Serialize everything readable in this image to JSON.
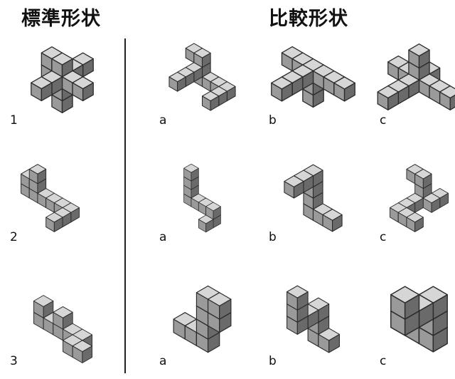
{
  "headers": {
    "standard": "標準形状",
    "comparison": "比較形状"
  },
  "rows": [
    {
      "standard_label": "1",
      "labels": [
        "a",
        "b",
        "c"
      ]
    },
    {
      "standard_label": "2",
      "labels": [
        "a",
        "b",
        "c"
      ]
    },
    {
      "standard_label": "3",
      "labels": [
        "a",
        "b",
        "c"
      ]
    }
  ],
  "colors": {
    "top": "#d6d6d6",
    "left": "#9a9a9a",
    "right": "#6a6a6a",
    "edge": "#2b2b2b"
  }
}
